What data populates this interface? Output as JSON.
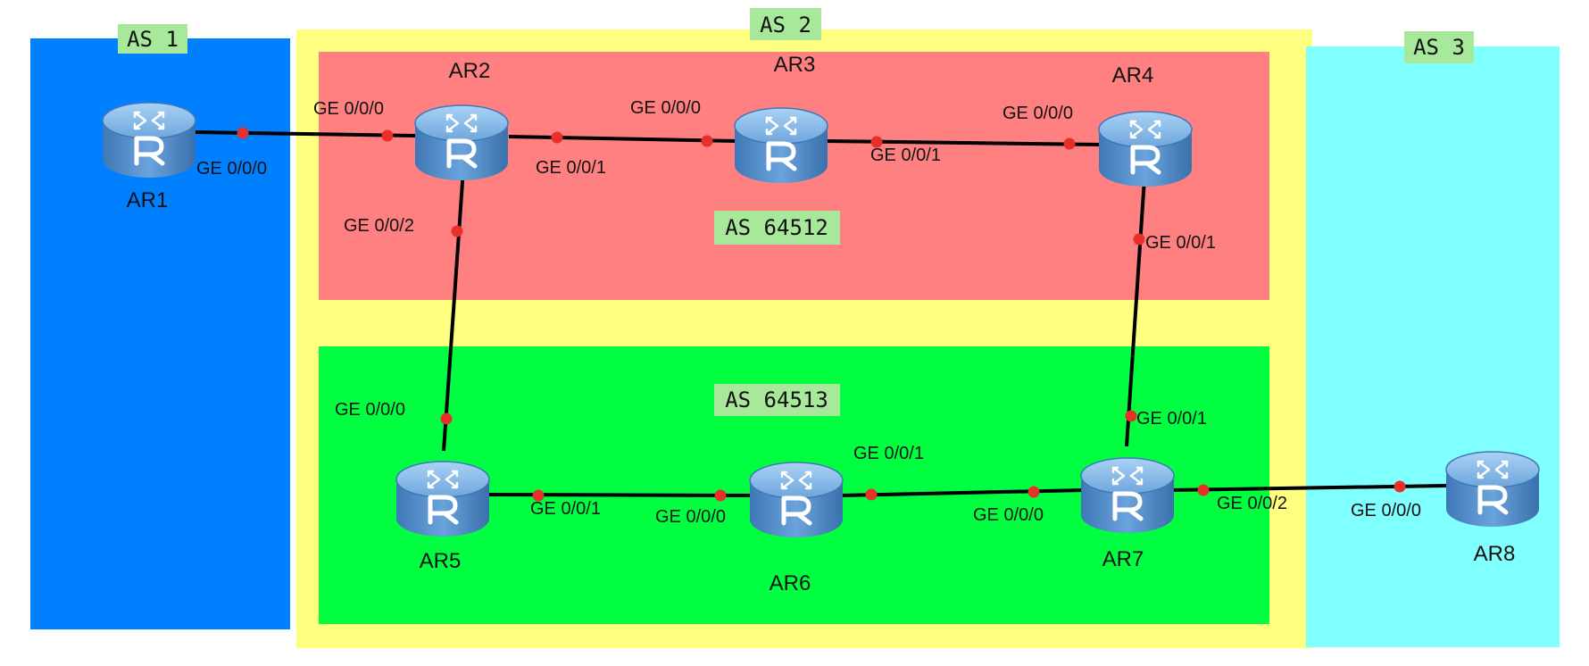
{
  "colors": {
    "as1": "#0080ff",
    "as2": "#ffff80",
    "as3": "#80ffff",
    "as64512": "#ff8080",
    "as64513": "#00ff40",
    "tag": "#a8e89a",
    "link": "#000000",
    "port_dot": "#e8302a",
    "router_body": "#4c87c6"
  },
  "areas": {
    "as1": "AS 1",
    "as2": "AS 2",
    "as3": "AS 3",
    "as64512": "AS 64512",
    "as64513": "AS 64513"
  },
  "routers": {
    "ar1": {
      "name": "AR1",
      "icon": "router-icon"
    },
    "ar2": {
      "name": "AR2",
      "icon": "router-icon"
    },
    "ar3": {
      "name": "AR3",
      "icon": "router-icon"
    },
    "ar4": {
      "name": "AR4",
      "icon": "router-icon"
    },
    "ar5": {
      "name": "AR5",
      "icon": "router-icon"
    },
    "ar6": {
      "name": "AR6",
      "icon": "router-icon"
    },
    "ar7": {
      "name": "AR7",
      "icon": "router-icon"
    },
    "ar8": {
      "name": "AR8",
      "icon": "router-icon"
    }
  },
  "ports": {
    "ar1_g000": "GE 0/0/0",
    "ar2_g000": "GE 0/0/0",
    "ar2_g001": "GE 0/0/1",
    "ar2_g002": "GE 0/0/2",
    "ar3_g000": "GE 0/0/0",
    "ar3_g001": "GE 0/0/1",
    "ar4_g000": "GE 0/0/0",
    "ar4_g001": "GE 0/0/1",
    "ar5_g000": "GE 0/0/0",
    "ar5_g001": "GE 0/0/1",
    "ar6_g000": "GE 0/0/0",
    "ar6_g001": "GE 0/0/1",
    "ar7_g000": "GE 0/0/0",
    "ar7_g001": "GE 0/0/1",
    "ar7_g002": "GE 0/0/2",
    "ar8_g000": "GE 0/0/0"
  }
}
